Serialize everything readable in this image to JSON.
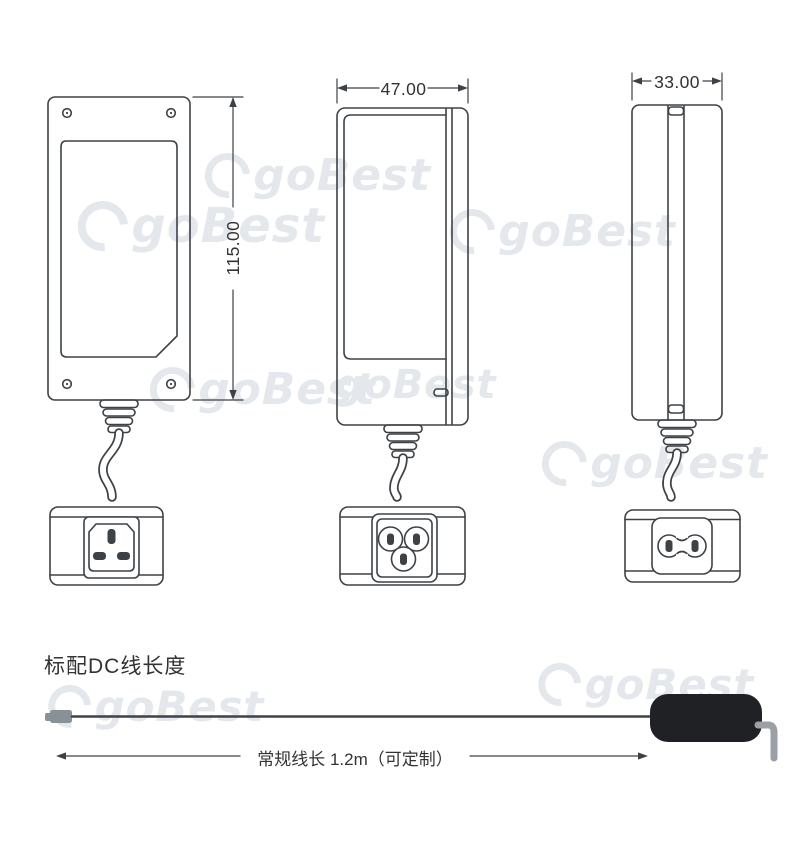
{
  "views": {
    "front": {
      "height_dim": "115.00"
    },
    "side": {
      "width_dim": "47.00"
    },
    "edge": {
      "width_dim": "33.00"
    }
  },
  "cable_section": {
    "title": "标配DC线长度",
    "length_label": "常规线长 1.2m（可定制）"
  },
  "watermark": {
    "text": "goBest"
  },
  "colors": {
    "line": "#3e4246",
    "text": "#333333",
    "watermark": "#e4e8ed",
    "plug": "#1f2124",
    "plug_pin": "#9aa0a6",
    "cable_end": "#8a9097"
  }
}
